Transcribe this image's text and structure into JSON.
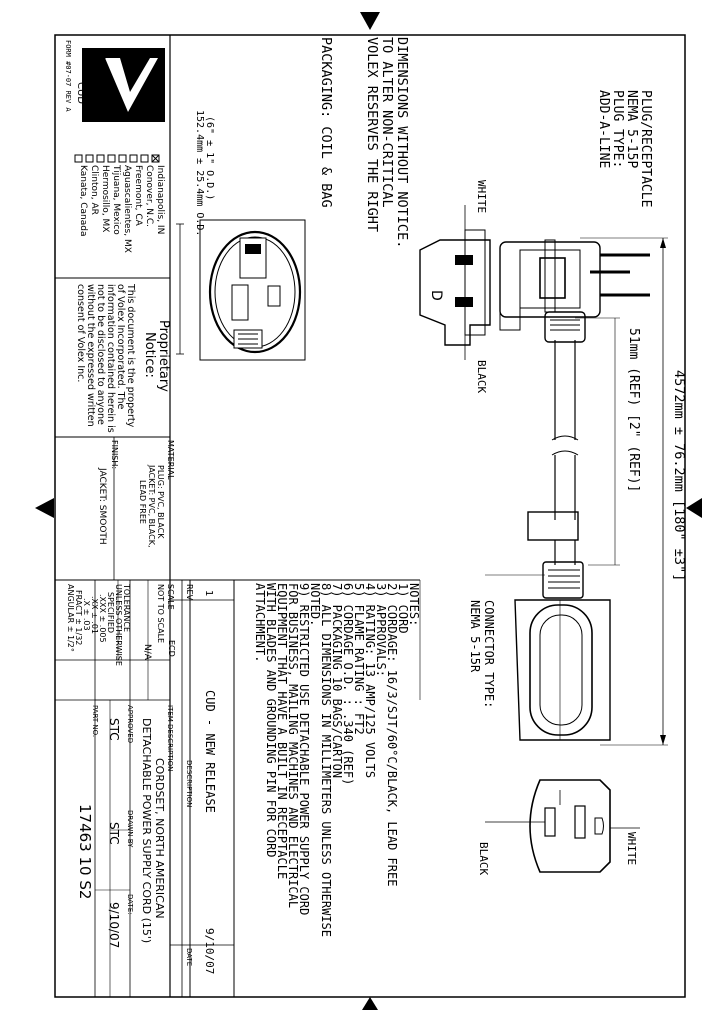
{
  "product": {
    "plug_label": [
      "ADD-A-LINE",
      "PLUG TYPE:",
      "NEMA 5-15P",
      "PLUG/RECEPTACLE"
    ],
    "reserve_notice": [
      "VOLEX RESERVES THE RIGHT",
      "TO ALTER NON-CRITICAL",
      "DIMENSIONS WITHOUT NOTICE."
    ],
    "packaging": "PACKAGING: COIL & BAG",
    "coil_dim": [
      "152.4mm ± 25.4mm O.D.",
      "(6\" ± 1\" O.D.)"
    ],
    "white_label": "WHITE",
    "black_label": "BLACK",
    "overall_length": "4572mm ± 76.2mm [180\" ±3\"]",
    "ref_length": "51mm (REF) [2\" (REF)]",
    "connector_label": [
      "CONNECTOR TYPE:",
      "NEMA 5-15R"
    ],
    "face_white": "WHITE",
    "face_black": "BLACK"
  },
  "notes": [
    "NOTES:",
    "1) CORD",
    "2) CORDAGE: 16/3/SJT/60°C/BLACK, LEAD FREE",
    "3) APPROVALS:",
    "4) RATING: 13 AMP/125 VOLTS",
    "5) FLAME RATING : FT2",
    "6) CORDAGE O.D. : .340 (REF)",
    "7) PACKAGING 10 BAGS/CARTON",
    "8) ALL DIMENSIONS IN MILLIMETERS UNLESS OTHERWISE",
    "   NOTED.",
    "9) RESTRICTED USE DETACHABLE POWER SUPPLY CORD",
    "   FOR BUSINESS, MAILING MACHINES AND ELECTRICAL",
    "   EQUIPMENT THAT HAVE A BUILT IN RECEPTACLE",
    "   WITH BLADES AND GROUNDING PIN FOR CORD",
    "   ATTACHMENT."
  ],
  "title_block": {
    "logo": "Volex",
    "logo_sub": "CUD",
    "form": "FORM #07-07 REV A",
    "locations": [
      {
        "checked": true,
        "label": "Indianapolis, IN"
      },
      {
        "checked": false,
        "label": "Conover, N.C."
      },
      {
        "checked": false,
        "label": "Freemont, CA"
      },
      {
        "checked": false,
        "label": "Aguascalientes, MX"
      },
      {
        "checked": false,
        "label": "Tijuana, Mexico"
      },
      {
        "checked": false,
        "label": "Hermosillo, MX"
      },
      {
        "checked": false,
        "label": "Clinton, AR"
      },
      {
        "checked": false,
        "label": "Kanata, Canada"
      }
    ],
    "proprietary_title": [
      "Proprietary",
      "Notice:"
    ],
    "proprietary_text": [
      "This document is the property",
      "of Volex Incorporated. The",
      "information contained herein is",
      "not to be disclosed to anyone",
      "without the expressed written",
      "consent of Volex Inc."
    ],
    "material_label": "MATERIAL",
    "material_lines": [
      "PLUG: PVC, BLACK",
      "JACKET: PVC, BLACK,",
      "LEAD FREE"
    ],
    "finish_label": "FINISH:",
    "finish_value": "JACKET: SMOOTH",
    "rev_label": "REV",
    "rev_value": "1",
    "ecd_label": "ECD",
    "revision_desc": "CUD - NEW RELEASE",
    "revision_date": "9/10/07",
    "description_label": "DESCRIPTION",
    "date_label": "DATE",
    "scale_label": "SCALE",
    "scale_value": "NOT TO SCALE",
    "na_value": "N/A",
    "tolerance": [
      "TOLERANCE",
      "UNLESS OTHERWISE",
      "SPECIFIED",
      ".XXX ± .005",
      ".XX ± .01",
      ".X ± .03",
      "FRACT ± 1/32",
      "ANGULAR ± 1/2°"
    ],
    "item_desc_label": "ITEM DESCRIPTION",
    "item_desc": [
      "CORDSET, NORTH AMERICAN",
      "DETACHABLE POWER SUPPLY CORD (15')"
    ],
    "drawn_by_label": "DRAWN BY",
    "drawn_by": "STC",
    "approved_label": "APPROVED",
    "approved": "STC",
    "part_no_label": "PART NO.",
    "part_no": "17463 10 S2",
    "date2_label": "DATE:",
    "date2": "9/10/07"
  }
}
